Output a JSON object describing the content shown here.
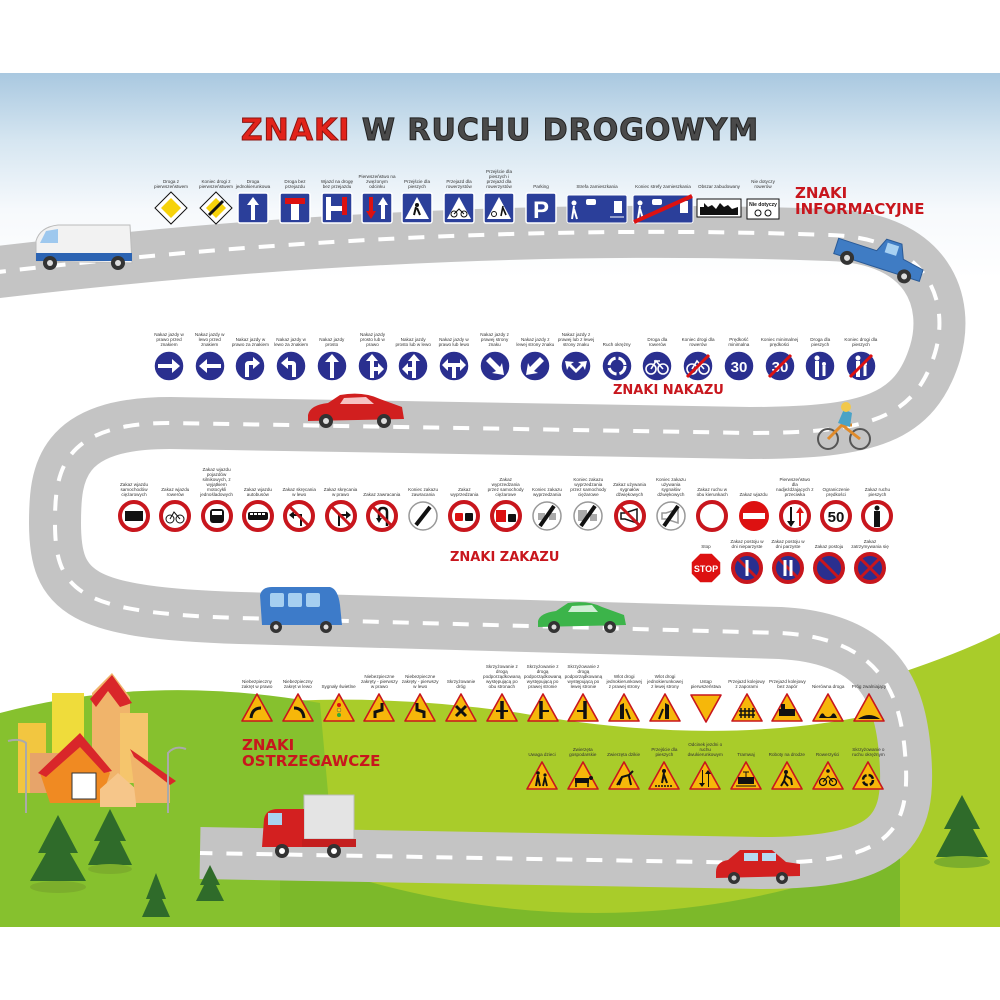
{
  "title": {
    "part1": "ZNAKI",
    "part2": "W RUCHU DROGOWYM"
  },
  "colors": {
    "title_red": "#e2231a",
    "title_gray": "#4a4a4a",
    "section_red": "#c8161d",
    "info_blue": "#2b3f9a",
    "mandatory_blue": "#2a2f8f",
    "prohibit_red": "#c8161d",
    "warning_yellow": "#f6b70a",
    "road_gray": "#c4c4c4",
    "grass_light": "#a9cc2a",
    "grass_dark": "#7cb92a",
    "sky": "#a9c8e0"
  },
  "sections": {
    "informacyjne": {
      "label_line1": "ZNAKI",
      "label_line2": "INFORMACYJNE",
      "signs": [
        {
          "caption": "Droga z pierwszeństwem",
          "icon": "main-road-diamond"
        },
        {
          "caption": "Koniec drogi z pierwszeństwem",
          "icon": "end-main-road-diamond"
        },
        {
          "caption": "Droga jednokierunkowa",
          "icon": "one-way-arrow"
        },
        {
          "caption": "Droga bez przejazdu",
          "icon": "dead-end-t"
        },
        {
          "caption": "Wjazd na drogę bez przejazdu",
          "icon": "dead-end-entry"
        },
        {
          "caption": "Pierwszeństwo na zwężonym odcinku",
          "icon": "priority-narrow"
        },
        {
          "caption": "Przejście dla pieszych",
          "icon": "pedestrian-crossing"
        },
        {
          "caption": "Przejazd dla rowerzystów",
          "icon": "bicycle-crossing"
        },
        {
          "caption": "Przejście dla pieszych i przejazd dla rowerzystów",
          "icon": "ped-bike-crossing"
        },
        {
          "caption": "Parking",
          "icon": "parking-p"
        },
        {
          "caption": "Strefa zamieszkania",
          "icon": "residential-zone"
        },
        {
          "caption": "Koniec strefy zamieszkania",
          "icon": "end-residential-zone"
        },
        {
          "caption": "Obszar zabudowany",
          "icon": "built-up-area"
        },
        {
          "caption": "Nie dotyczy rowerów",
          "icon": "not-bicycles-plate",
          "plate_text": "Nie dotyczy"
        }
      ]
    },
    "nakazu": {
      "label": "ZNAKI NAKAZU",
      "signs": [
        {
          "caption": "Nakaz jazdy w prawo przed znakiem",
          "icon": "arrow-right"
        },
        {
          "caption": "Nakaz jazdy w lewo przed znakiem",
          "icon": "arrow-left"
        },
        {
          "caption": "Nakaz jazdy w prawo za znakiem",
          "icon": "turn-right"
        },
        {
          "caption": "Nakaz jazdy w lewo za znakiem",
          "icon": "turn-left"
        },
        {
          "caption": "Nakaz jazdy prosto",
          "icon": "arrow-up"
        },
        {
          "caption": "Nakaz jazdy prosto lub w prawo",
          "icon": "straight-or-right"
        },
        {
          "caption": "Nakaz jazdy prosto lub w lewo",
          "icon": "straight-or-left"
        },
        {
          "caption": "Nakaz jazdy w prawo lub lewo",
          "icon": "right-or-left"
        },
        {
          "caption": "Nakaz jazdy z prawej strony znaku",
          "icon": "keep-right"
        },
        {
          "caption": "Nakaz jazdy z lewej strony znaku",
          "icon": "keep-left"
        },
        {
          "caption": "Nakaz jazdy z prawej lub z lewej strony znaku",
          "icon": "keep-either"
        },
        {
          "caption": "Ruch okrężny",
          "icon": "roundabout"
        },
        {
          "caption": "Droga dla rowerów",
          "icon": "bicycle"
        },
        {
          "caption": "Koniec drogi dla rowerów",
          "icon": "end-bicycle"
        },
        {
          "caption": "Prędkość minimalna",
          "icon": "min-speed",
          "value": "30"
        },
        {
          "caption": "Koniec minimalnej prędkości",
          "icon": "end-min-speed",
          "value": "30"
        },
        {
          "caption": "Droga dla pieszych",
          "icon": "pedestrians"
        },
        {
          "caption": "Koniec drogi dla pieszych",
          "icon": "end-pedestrians"
        }
      ]
    },
    "zakazu": {
      "label": "ZNAKI ZAKAZU",
      "signs": [
        {
          "caption": "Zakaz wjazdu samochodów ciężarowych",
          "icon": "no-trucks"
        },
        {
          "caption": "Zakaz wjazdu rowerów",
          "icon": "no-bicycles"
        },
        {
          "caption": "Zakaz wjazdu pojazdów silnikowych, z wyjątkiem motocykli jednośladowych",
          "icon": "no-motor-vehicles"
        },
        {
          "caption": "Zakaz wjazdu autobusów",
          "icon": "no-buses"
        },
        {
          "caption": "Zakaz skręcania w lewo",
          "icon": "no-left-turn"
        },
        {
          "caption": "Zakaz skręcania w prawo",
          "icon": "no-right-turn"
        },
        {
          "caption": "Zakaz zawracania",
          "icon": "no-u-turn"
        },
        {
          "caption": "Koniec zakazu zawracania",
          "icon": "end-no-u-turn"
        },
        {
          "caption": "Zakaz wyprzedzania",
          "icon": "no-overtaking"
        },
        {
          "caption": "Zakaz wyprzedzania przez samochody ciężarowe",
          "icon": "no-overtaking-trucks"
        },
        {
          "caption": "Koniec zakazu wyprzedzania",
          "icon": "end-no-overtaking"
        },
        {
          "caption": "Koniec zakazu wyprzedzania przez samochody ciężarowe",
          "icon": "end-no-overtaking-trucks"
        },
        {
          "caption": "Zakaz używania sygnałów dźwiękowych",
          "icon": "no-horn"
        },
        {
          "caption": "Koniec zakazu używania sygnałów dźwiękowych",
          "icon": "end-no-horn"
        },
        {
          "caption": "Zakaz ruchu w obu kierunkach",
          "icon": "no-vehicles"
        },
        {
          "caption": "Zakaz wjazdu",
          "icon": "no-entry"
        },
        {
          "caption": "Pierwszeństwo dla nadjeżdżających z przeciwka",
          "icon": "oncoming-priority"
        },
        {
          "caption": "Ograniczenie prędkości",
          "icon": "speed-limit",
          "value": "50"
        },
        {
          "caption": "Zakaz ruchu pieszych",
          "icon": "no-pedestrians"
        }
      ],
      "signs_row2": [
        {
          "caption": "Stop",
          "icon": "stop-octagon",
          "value": "STOP"
        },
        {
          "caption": "Zakaz postoju w dni nieparzyste",
          "icon": "no-parking-odd"
        },
        {
          "caption": "Zakaz postoju w dni parzyste",
          "icon": "no-parking-even"
        },
        {
          "caption": "Zakaz postoju",
          "icon": "no-parking"
        },
        {
          "caption": "Zakaz zatrzymywania się",
          "icon": "no-stopping"
        }
      ]
    },
    "ostrzegawcze": {
      "label_line1": "ZNAKI",
      "label_line2": "OSTRZEGAWCZE",
      "signs": [
        {
          "caption": "Niebezpieczny zakręt w prawo",
          "icon": "curve-right"
        },
        {
          "caption": "Niebezpieczny zakręt w lewo",
          "icon": "curve-left"
        },
        {
          "caption": "Sygnały świetlne",
          "icon": "traffic-lights"
        },
        {
          "caption": "Niebezpieczne zakręty - pierwszy w prawo",
          "icon": "double-curve-right"
        },
        {
          "caption": "Niebezpieczne zakręty - pierwszy w lewo",
          "icon": "double-curve-left"
        },
        {
          "caption": "Skrzyżowanie dróg",
          "icon": "crossroads"
        },
        {
          "caption": "Skrzyżowanie z drogą podporządkowaną występującą po obu stronach",
          "icon": "side-roads-both"
        },
        {
          "caption": "Skrzyżowanie z drogą podporządkowaną występującą po prawej stronie",
          "icon": "side-road-right"
        },
        {
          "caption": "Skrzyżowanie z drogą podporządkowaną występującą po lewej stronie",
          "icon": "side-road-left"
        },
        {
          "caption": "Wlot drogi jednokierunkowej z prawej strony",
          "icon": "merge-right"
        },
        {
          "caption": "Wlot drogi jednokierunkowej z lewej strony",
          "icon": "merge-left"
        },
        {
          "caption": "Ustąp pierwszeństwa",
          "icon": "give-way"
        },
        {
          "caption": "Przejazd kolejowy z zaporami",
          "icon": "rail-crossing-barrier"
        },
        {
          "caption": "Przejazd kolejowy bez zapór",
          "icon": "rail-crossing-train"
        },
        {
          "caption": "Nierówna droga",
          "icon": "uneven-road"
        },
        {
          "caption": "Próg zwalniający",
          "icon": "speed-bump"
        }
      ],
      "signs_row2": [
        {
          "caption": "Uwaga dzieci",
          "icon": "children"
        },
        {
          "caption": "Zwierzęta gospodarskie",
          "icon": "farm-animals"
        },
        {
          "caption": "Zwierzęta dzikie",
          "icon": "wild-animals"
        },
        {
          "caption": "Przejście dla pieszych",
          "icon": "pedestrian-warning"
        },
        {
          "caption": "Odcinek jezdni o ruchu dwukierunkowym",
          "icon": "two-way-traffic"
        },
        {
          "caption": "Tramwaj",
          "icon": "tram"
        },
        {
          "caption": "Roboty na drodze",
          "icon": "road-works"
        },
        {
          "caption": "Rowerzyści",
          "icon": "cyclists"
        },
        {
          "caption": "Skrzyżowanie o ruchu okrężnym",
          "icon": "roundabout-warning"
        }
      ]
    }
  },
  "vehicles": [
    {
      "name": "white-van",
      "color": "#ffffff"
    },
    {
      "name": "blue-pickup",
      "color": "#3f7cc4"
    },
    {
      "name": "red-sedan",
      "color": "#d11f1f"
    },
    {
      "name": "cyclist",
      "color": "#e08b2b"
    },
    {
      "name": "blue-minivan",
      "color": "#3d7bc9"
    },
    {
      "name": "green-sedan",
      "color": "#3cb44a"
    },
    {
      "name": "red-truck",
      "color": "#d32020"
    },
    {
      "name": "red-hatchback",
      "color": "#d32020"
    }
  ]
}
